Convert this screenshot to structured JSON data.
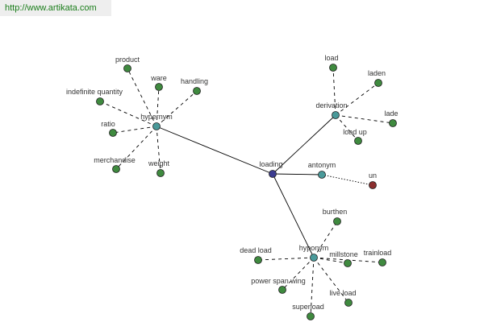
{
  "header": {
    "url": "http://www.artikata.com"
  },
  "colors": {
    "word": "#3b3b8f",
    "relation": "#4a9a9a",
    "leaf": "#3f8a3f",
    "antonym_leaf": "#8b2e2e",
    "edge": "#000000"
  },
  "graph": {
    "root": {
      "id": "loading",
      "label": "loading"
    },
    "relations": [
      {
        "id": "hypernym",
        "label": "hypernym",
        "children": [
          "product",
          "ware",
          "handling",
          "indefinite quantity",
          "ratio",
          "merchandise",
          "weight"
        ]
      },
      {
        "id": "derivation",
        "label": "derivation",
        "children": [
          "load",
          "laden",
          "lade",
          "load up"
        ]
      },
      {
        "id": "antonym",
        "label": "antonym",
        "children": [
          "un"
        ]
      },
      {
        "id": "hyponym",
        "label": "hyponym",
        "children": [
          "burthen",
          "trainload",
          "millstone",
          "dead load",
          "power span wing",
          "live load",
          "superload"
        ]
      }
    ]
  }
}
